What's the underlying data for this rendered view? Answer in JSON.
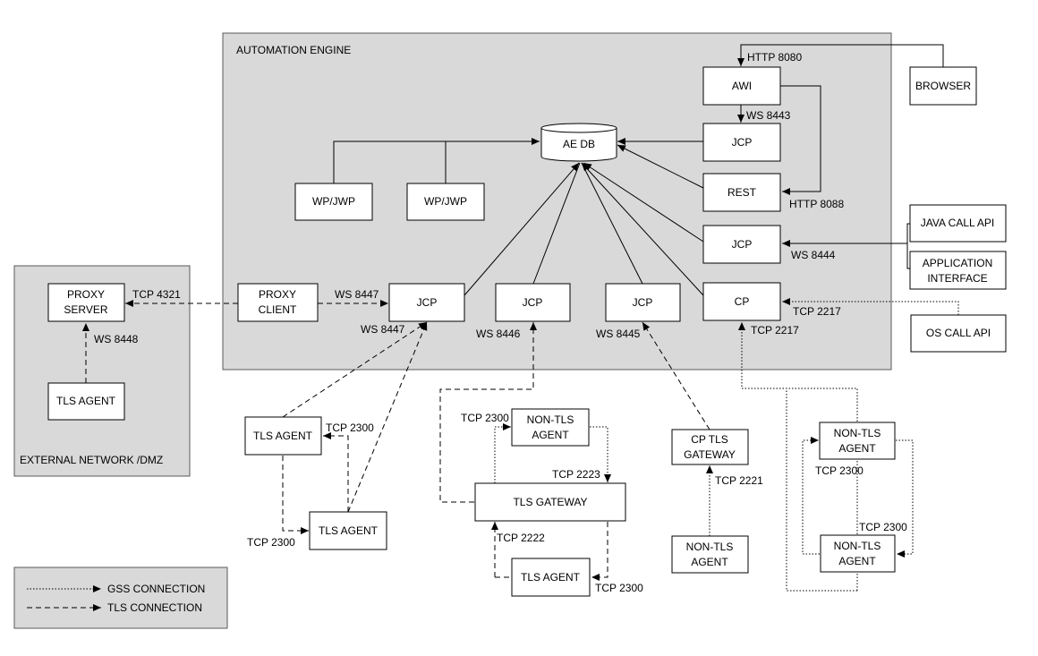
{
  "regions": {
    "automation_engine": "AUTOMATION ENGINE",
    "external_network": "EXTERNAL NETWORK /DMZ"
  },
  "components": {
    "browser": "BROWSER",
    "awi": "AWI",
    "ae_db": "AE DB",
    "jcp_top": "JCP",
    "rest": "REST",
    "jcp_java": "JCP",
    "cp": "CP",
    "wp1": "WP/JWP",
    "wp2": "WP/JWP",
    "java_call_api": "JAVA CALL API",
    "application_interface": [
      "APPLICATION",
      "INTERFACE"
    ],
    "os_call_api": "OS CALL API",
    "proxy_server": [
      "PROXY",
      "SERVER"
    ],
    "proxy_client": [
      "PROXY",
      "CLIENT"
    ],
    "jcp_1": "JCP",
    "jcp_2": "JCP",
    "jcp_3": "JCP",
    "tls_agent_dmz": "TLS AGENT",
    "tls_agent_a": "TLS AGENT",
    "tls_agent_b": "TLS AGENT",
    "non_tls_agent_gw": [
      "NON-TLS",
      "AGENT"
    ],
    "tls_gateway": "TLS GATEWAY",
    "tls_agent_gw": "TLS AGENT",
    "cp_tls_gateway": [
      "CP TLS",
      "GATEWAY"
    ],
    "non_tls_agent_cpgw": [
      "NON-TLS",
      "AGENT"
    ],
    "non_tls_agent_cp1": [
      "NON-TLS",
      "AGENT"
    ],
    "non_tls_agent_cp2": [
      "NON-TLS",
      "AGENT"
    ]
  },
  "ports": {
    "http_8080": "HTTP 8080",
    "ws_8443": "WS 8443",
    "http_8088": "HTTP 8088",
    "ws_8444": "WS 8444",
    "tcp_2217_in": "TCP 2217",
    "tcp_2217_out": "TCP 2217",
    "tcp_4321": "TCP 4321",
    "ws_8447_client": "WS 8447",
    "ws_8448": "WS 8448",
    "ws_8447_jcp": "WS 8447",
    "ws_8446": "WS 8446",
    "ws_8445": "WS 8445",
    "tcp_2300_a": "TCP 2300",
    "tcp_2300_b": "TCP 2300",
    "tcp_2300_gw_top": "TCP 2300",
    "tcp_2223": "TCP 2223",
    "tcp_2222": "TCP 2222",
    "tcp_2300_gw_bottom": "TCP 2300",
    "tcp_2221": "TCP 2221",
    "tcp_2300_cp1": "TCP 2300",
    "tcp_2300_cp2": "TCP 2300"
  },
  "legend": {
    "gss": "GSS CONNECTION",
    "tls": "TLS CONNECTION"
  }
}
